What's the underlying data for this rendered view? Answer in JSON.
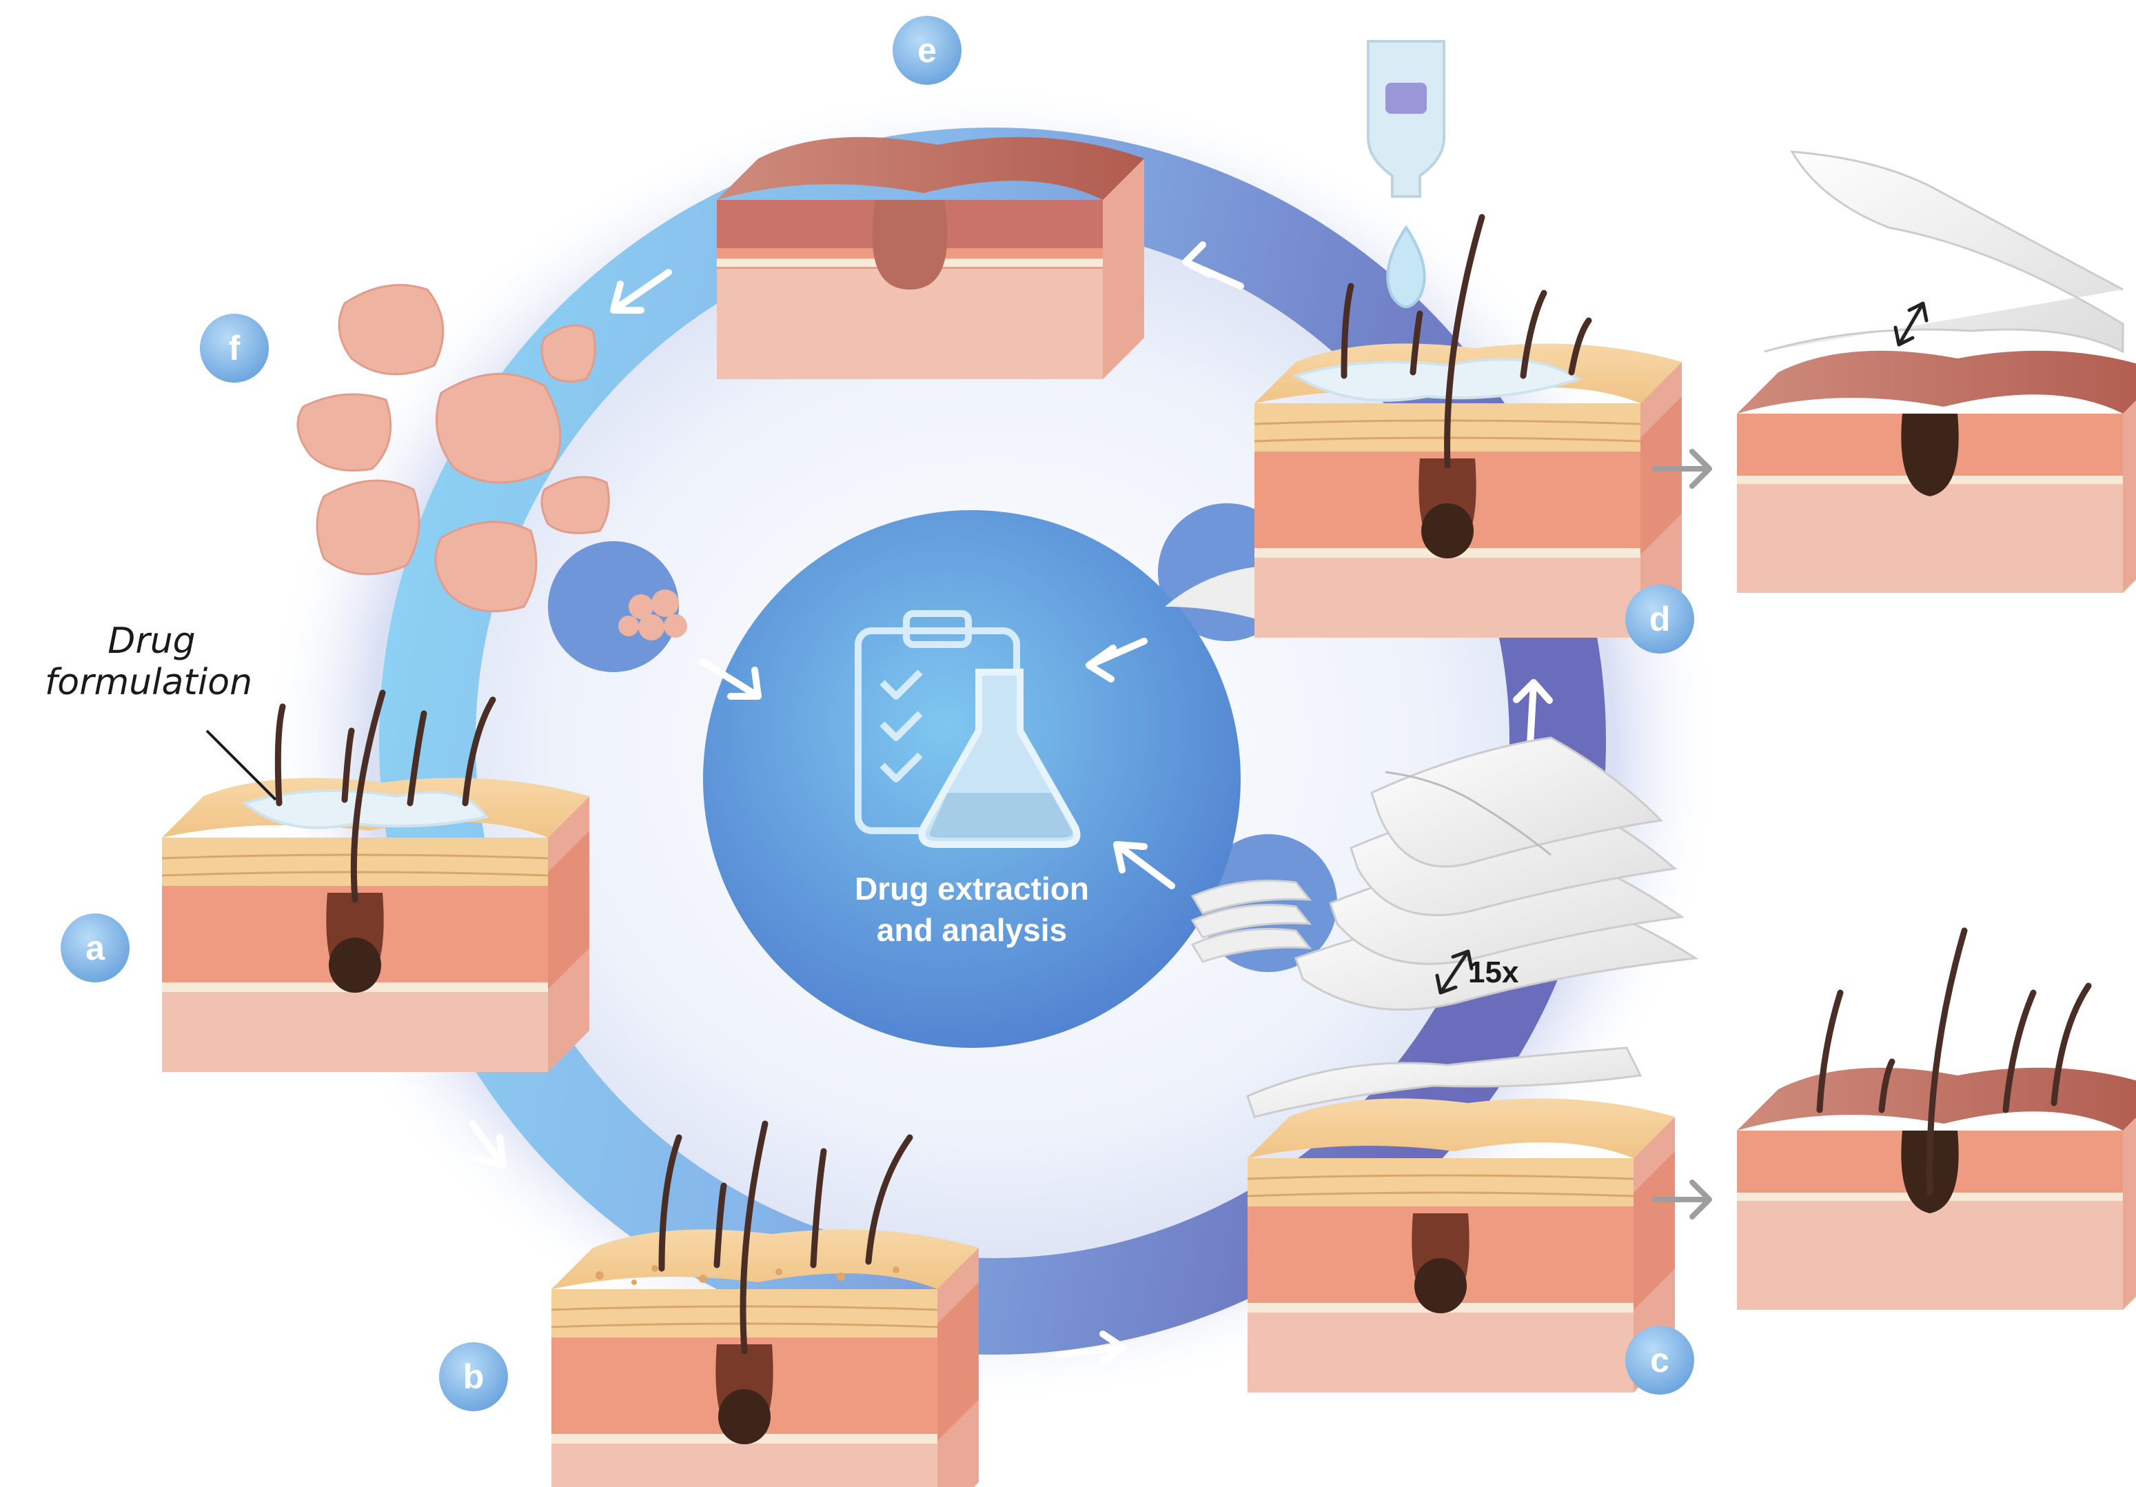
{
  "colors": {
    "ring_light": "#8ccdf2",
    "ring_dark": "#6f74bd",
    "center_circle": "#5f95d9",
    "badge": "#7fb3e8",
    "skin_top": "#f4c98d",
    "skin_mid": "#ee9d84",
    "skin_bottom": "#f3c6b4",
    "skin_dark_top": "#b76b5f",
    "hair": "#4a2e25",
    "formulation": "#e6f1f8",
    "tape": "#ececec",
    "arrow_white": "#ffffff",
    "arrow_gray": "#9e9e9e"
  },
  "steps": [
    {
      "id": "a",
      "label": "a"
    },
    {
      "id": "b",
      "label": "b"
    },
    {
      "id": "c",
      "label": "c"
    },
    {
      "id": "d",
      "label": "d"
    },
    {
      "id": "e",
      "label": "e"
    },
    {
      "id": "f",
      "label": "f"
    }
  ],
  "center": {
    "line1": "Drug extraction",
    "line2": "and analysis",
    "icons": [
      "clipboard-icon",
      "flask-icon"
    ]
  },
  "annotations": {
    "formulation_line1": "Drug",
    "formulation_line2": "formulation",
    "repeat_label": "15x"
  }
}
